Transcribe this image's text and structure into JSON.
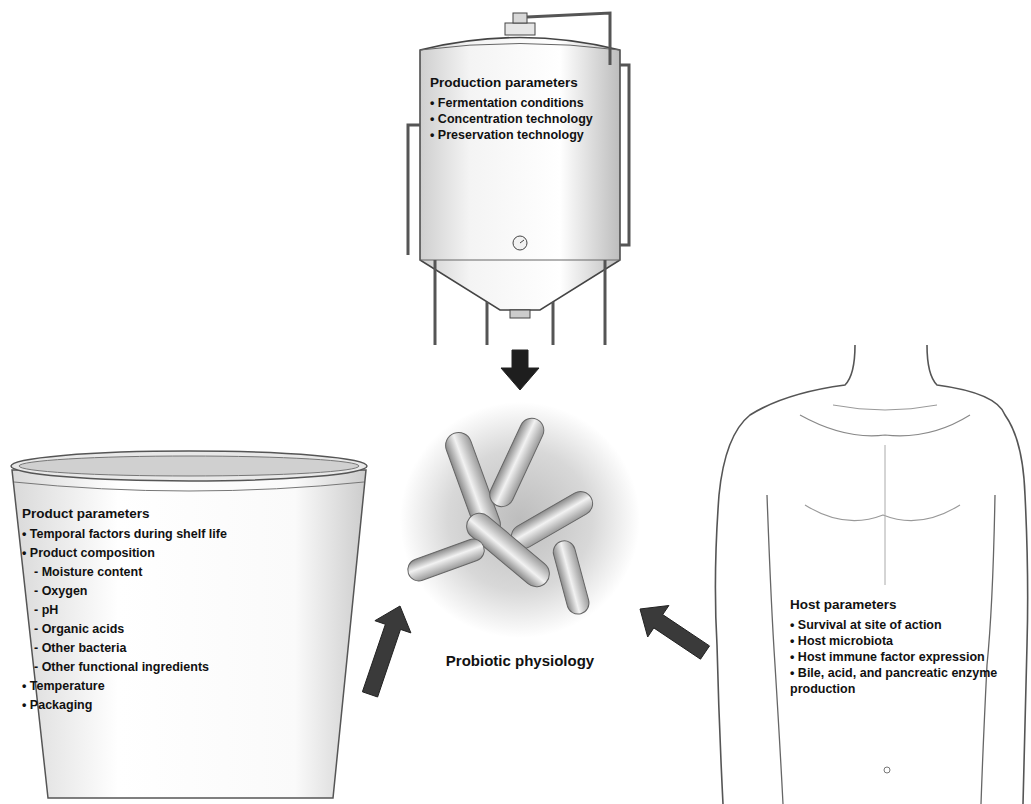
{
  "diagram": {
    "nodes": [
      {
        "text": [
          "Production parameters",
          "• Fermentation conditions",
          "• Concentration technology",
          "• Preservation technology"
        ]
      },
      {
        "text": [
          "Product parameters",
          "• Temporal factors during shelf life",
          "• Product composition",
          "- Moisture content",
          "- Oxygen",
          "- pH",
          "- Organic acids",
          "- Other bacteria",
          "- Other functional ingredients",
          "• Temperature",
          "• Packaging"
        ]
      },
      {
        "text": [
          "Host parameters",
          "• Survival at site of action",
          "• Host microbiota",
          "• Host immune factor expression",
          "• Bile, acid, and pancreatic enzyme production"
        ]
      },
      {
        "text": [
          "Probiotic physiology"
        ]
      }
    ],
    "edges": [
      {
        "from": 0,
        "to": 3,
        "arrow": "to"
      },
      {
        "from": 1,
        "to": 3,
        "arrow": "to"
      },
      {
        "from": 2,
        "to": 3,
        "arrow": "to"
      }
    ]
  }
}
